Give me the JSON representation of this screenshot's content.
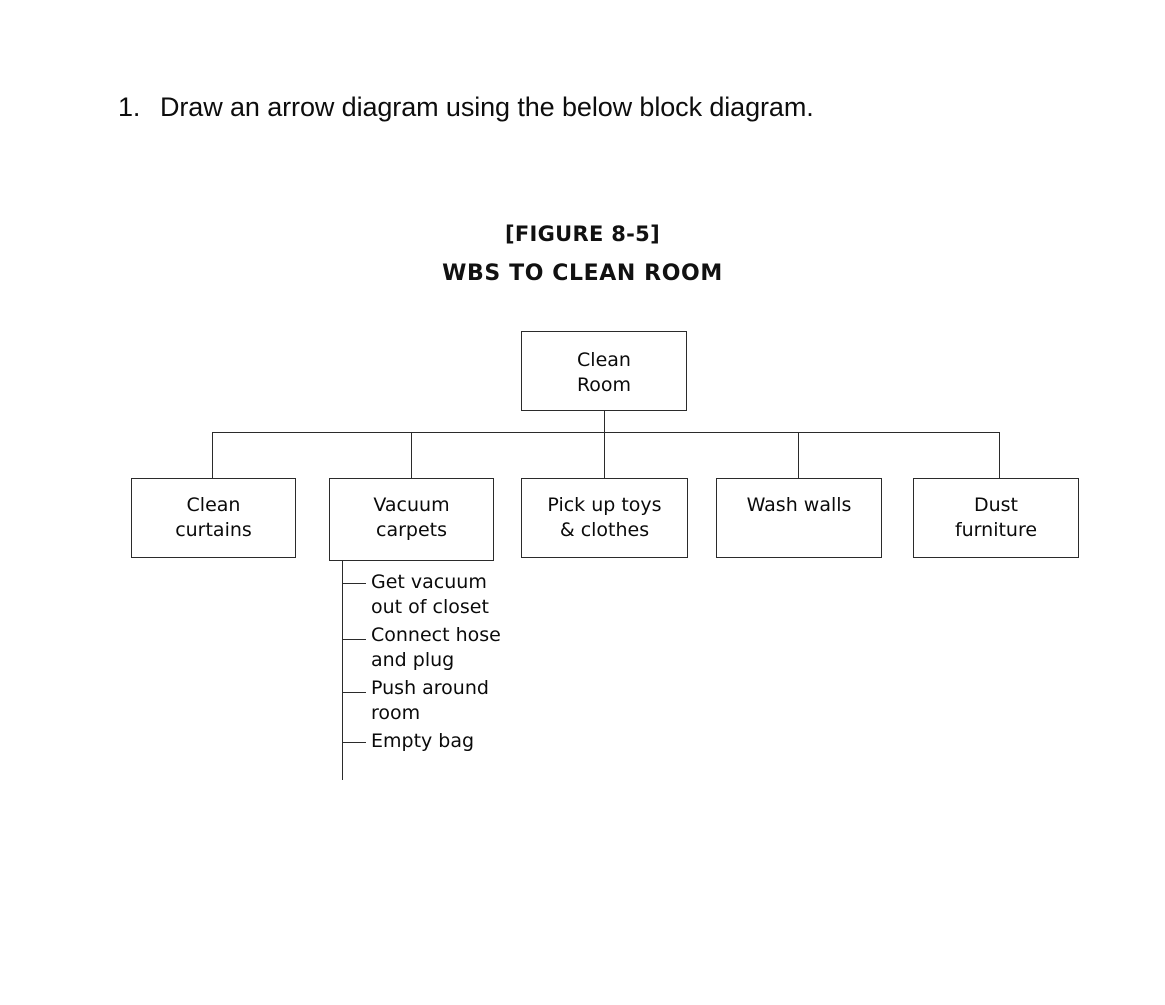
{
  "question": {
    "number": "1.",
    "text": "Draw an arrow diagram using the below block diagram."
  },
  "figure": {
    "label": "[FIGURE 8-5]",
    "title": "WBS TO CLEAN ROOM"
  },
  "wbs": {
    "root": {
      "line1": "Clean",
      "line2": "Room"
    },
    "children": [
      {
        "line1": "Clean",
        "line2": "curtains"
      },
      {
        "line1": "Vacuum",
        "line2": "carpets"
      },
      {
        "line1": "Pick up toys",
        "line2": "& clothes"
      },
      {
        "line1": "Wash walls",
        "line2": ""
      },
      {
        "line1": "Dust",
        "line2": "furniture"
      }
    ],
    "subtasks": [
      {
        "line1": "Get vacuum",
        "line2": "out of closet"
      },
      {
        "line1": "Connect hose",
        "line2": "and plug"
      },
      {
        "line1": "Push around",
        "line2": "room"
      },
      {
        "line1": "Empty bag",
        "line2": ""
      }
    ]
  },
  "colors": {
    "background": "#ffffff",
    "ink": "#000000",
    "line": "#2b2b2b"
  }
}
